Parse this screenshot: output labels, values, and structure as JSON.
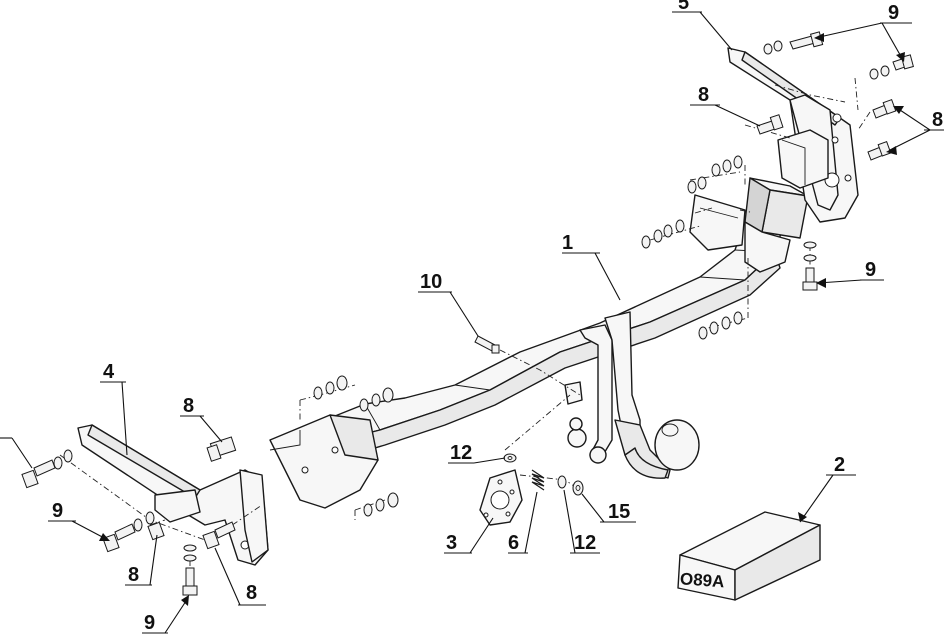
{
  "callouts": {
    "c1": "1",
    "c2": "2",
    "c3": "3",
    "c4": "4",
    "c5": "5",
    "c6": "6",
    "c8_top_left": "8",
    "c8_top_right": "8",
    "c8_left_mid": "8",
    "c8_left_bottom": "8",
    "c8_bottom": "8",
    "c9_top_right": "9",
    "c9_right": "9",
    "c9_left": "9",
    "c9_bottom": "9",
    "c10": "10",
    "c12_upper": "12",
    "c12_lower": "12",
    "c15": "15"
  },
  "package_box": {
    "code": "O89A"
  }
}
